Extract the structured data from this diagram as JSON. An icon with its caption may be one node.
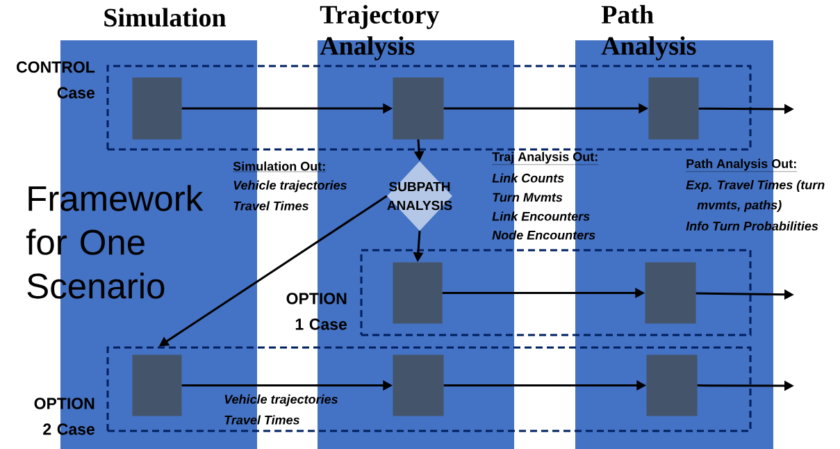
{
  "diagram": {
    "nodes": [
      {
        "text": [
          "CONTROL Case"
        ]
      },
      {
        "text": [],
        "shape": "box",
        "in": 0
      },
      {
        "text": [],
        "shape": "box",
        "in": 0
      },
      {
        "text": [],
        "shape": "box",
        "in": 0
      },
      {
        "text": [
          "SUBPATH ANALYSIS"
        ]
      },
      {
        "text": [
          "OPTION 1 Case"
        ]
      },
      {
        "text": [],
        "shape": "box",
        "in": 5
      },
      {
        "text": [],
        "shape": "box",
        "in": 5
      },
      {
        "text": [
          "OPTION 2 Case"
        ]
      },
      {
        "text": [],
        "shape": "box",
        "in": 8
      },
      {
        "text": [],
        "shape": "box",
        "in": 8
      },
      {
        "text": [],
        "shape": "box",
        "in": 8
      }
    ],
    "edges": [
      {
        "from": 1,
        "to": 2,
        "arrow": "to"
      },
      {
        "from": 2,
        "to": 3,
        "arrow": "to"
      },
      {
        "from": 3,
        "to": null,
        "arrow": "to"
      },
      {
        "from": 2,
        "to": 4,
        "arrow": "to"
      },
      {
        "from": 4,
        "to": 6,
        "arrow": "to"
      },
      {
        "from": 6,
        "to": 7,
        "arrow": "to"
      },
      {
        "from": 7,
        "to": null,
        "arrow": "to"
      },
      {
        "from": 4,
        "to": 8,
        "arrow": "to"
      },
      {
        "from": 9,
        "to": 10,
        "arrow": "to"
      },
      {
        "from": 10,
        "to": 11,
        "arrow": "to"
      },
      {
        "from": 11,
        "to": null,
        "arrow": "to"
      }
    ],
    "labels": [
      "Simulation",
      "Trajectory Analysis",
      "Path Analysis",
      "Framework for One Scenario",
      "Simulation Out:",
      "Vehicle trajectories",
      "Travel Times",
      "Traj Analysis Out:",
      "Link Counts",
      "Turn Mvmts",
      "Link Encounters",
      "Node Encounters",
      "Path Analysis Out:",
      "Exp. Travel Times (turn mvmts, paths)",
      "Info Turn Probabilities",
      "Vehicle trajectories",
      "Travel Times"
    ]
  }
}
